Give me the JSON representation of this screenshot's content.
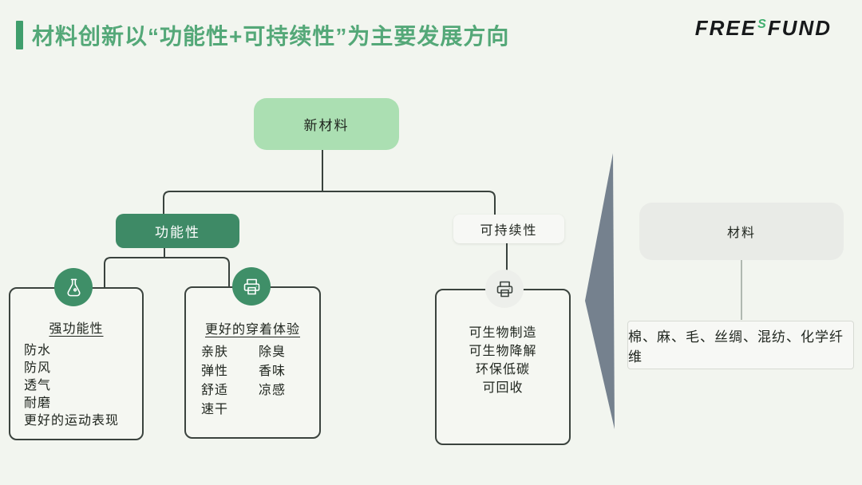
{
  "header": {
    "title": "材料创新以“功能性+可持续性”为主要发展方向",
    "logo_free": "FREE",
    "logo_sup": "S",
    "logo_fund": "FUND"
  },
  "tree": {
    "root_label": "新材料",
    "functional_label": "功能性",
    "sustainable_label": "可持续性",
    "strong": {
      "title": "强功能性",
      "items": [
        "防水",
        "防风",
        "透气",
        "耐磨",
        "更好的运动表现"
      ]
    },
    "wear": {
      "title": "更好的穿着体验",
      "col1": [
        "亲肤",
        "弹性",
        "舒适",
        "速干"
      ],
      "col2": [
        "除臭",
        "香味",
        "凉感"
      ]
    },
    "bio": {
      "items": [
        "可生物制造",
        "可生物降解",
        "环保低碳",
        "可回收"
      ]
    }
  },
  "right_panel": {
    "material_label": "材料",
    "fibers_label": "棉、麻、毛、丝绸、混纺、化学纤维"
  },
  "icons": {
    "strong_box": "flask-icon",
    "wear_box": "printer-icon",
    "bio_box": "printer-icon"
  },
  "colors": {
    "background": "#f2f5ef",
    "title_green": "#54a878",
    "accent_bar_green": "#3f9e6c",
    "root_fill": "#abdfb2",
    "dark_green": "#3e8a66",
    "circle_green": "#3f8f68",
    "sustainable_fill": "#f7f8f5",
    "triangle_gray": "#75818e",
    "logo_s_green": "#3fae6e",
    "connector_dark": "#39423d"
  }
}
